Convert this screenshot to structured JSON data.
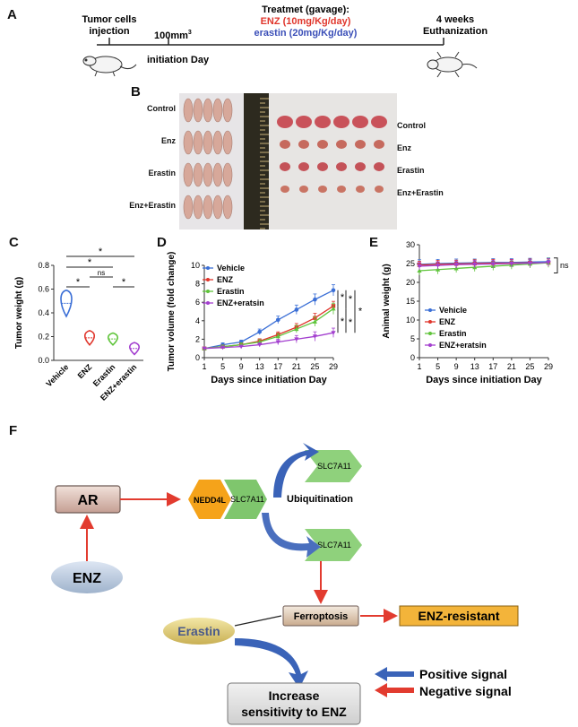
{
  "panels": {
    "a": "A",
    "b": "B",
    "c": "C",
    "d": "D",
    "e": "E",
    "f": "F"
  },
  "timeline": {
    "injection": "Tumor cells\ninjection",
    "volume": "100mm",
    "volume_sup": "3",
    "initiation": "initiation Day",
    "treatment_title": "Treatmet (gavage):",
    "enz_dose": "ENZ (10mg/Kg/day)",
    "erastin_dose": "erastin (20mg/Kg/day)",
    "end": "4 weeks\nEuthanization"
  },
  "photo": {
    "mice_labels": [
      "Control",
      "Enz",
      "Erastin",
      "Enz+Erastin"
    ],
    "tumor_labels": [
      "Control",
      "Enz",
      "Erastin",
      "Enz+Erastin"
    ]
  },
  "colors": {
    "vehicle": "#3b6fd6",
    "enz": "#e0362c",
    "erastin": "#5fc43a",
    "combo": "#a33fcf",
    "arrow_red": "#e23b2f",
    "arrow_blue": "#3a63b8",
    "hex_orange": "#f5a31a",
    "hex_green": "#7fc66d",
    "resistant_fill": "#f3b43a",
    "ar_fill": "#d9b8ad"
  },
  "chart_c": {
    "ylabel": "Tumor weight (g)",
    "yticks": [
      "0.0",
      "0.2",
      "0.4",
      "0.6",
      "0.8"
    ],
    "categories": [
      "Vehicle",
      "ENZ",
      "Erastin",
      "ENZ+erastin"
    ],
    "sig": [
      "*",
      "*",
      "ns",
      "*",
      "*"
    ]
  },
  "chart_d": {
    "ylabel": "Tumor volume (fold change)",
    "xlabel": "Days since initiation Day",
    "sig": [
      "*",
      "*",
      "*",
      "*",
      "*"
    ]
  },
  "chart_e": {
    "ylabel": "Animal weight (g)",
    "xlabel": "Days since initiation Day",
    "sig": "ns"
  },
  "chart_data": [
    {
      "type": "bar",
      "title": "",
      "ylabel": "Tumor weight (g)",
      "categories": [
        "Vehicle",
        "ENZ",
        "Erastin",
        "ENZ+erastin"
      ],
      "values": [
        0.48,
        0.19,
        0.18,
        0.1
      ],
      "ylim": [
        0,
        0.8
      ]
    },
    {
      "type": "line",
      "ylabel": "Tumor volume (fold change)",
      "xlabel": "Days since initiation Day",
      "x": [
        1,
        5,
        9,
        13,
        17,
        21,
        25,
        29
      ],
      "ylim": [
        0,
        10
      ],
      "series": [
        {
          "name": "Vehicle",
          "values": [
            1,
            1.4,
            1.7,
            2.8,
            4.1,
            5.2,
            6.3,
            7.3
          ]
        },
        {
          "name": "ENZ",
          "values": [
            1,
            1.2,
            1.4,
            1.8,
            2.5,
            3.3,
            4.3,
            5.6
          ]
        },
        {
          "name": "Erastin",
          "values": [
            1,
            1.2,
            1.4,
            1.7,
            2.3,
            3.1,
            3.9,
            5.3
          ]
        },
        {
          "name": "ENZ+eratsin",
          "values": [
            1,
            1.1,
            1.2,
            1.4,
            1.7,
            2.0,
            2.3,
            2.7
          ]
        }
      ]
    },
    {
      "type": "line",
      "ylabel": "Animal weight (g)",
      "xlabel": "Days since initiation Day",
      "x": [
        1,
        5,
        9,
        13,
        17,
        21,
        25,
        29
      ],
      "ylim": [
        0,
        30
      ],
      "series": [
        {
          "name": "Vehicle",
          "values": [
            24.8,
            25.0,
            25.1,
            25.2,
            25.3,
            25.3,
            25.4,
            25.5
          ]
        },
        {
          "name": "ENZ",
          "values": [
            24.6,
            24.8,
            24.9,
            25.0,
            25.1,
            25.1,
            25.2,
            25.2
          ]
        },
        {
          "name": "Erastin",
          "values": [
            23.1,
            23.4,
            23.7,
            24.0,
            24.3,
            24.6,
            24.9,
            25.2
          ]
        },
        {
          "name": "ENZ+eratsin",
          "values": [
            24.3,
            24.5,
            24.7,
            24.8,
            24.9,
            25.0,
            25.1,
            25.3
          ]
        }
      ]
    }
  ],
  "pathway": {
    "ar": "AR",
    "enz": "ENZ",
    "nedd4l": "NEDD4L",
    "slc1": "SLC7A11",
    "slc_top": "SLC7A11",
    "slc_mid": "SLC7A11",
    "ubiq": "Ubiquitination",
    "ferroptosis": "Ferroptosis",
    "resistant": "ENZ-resistant",
    "erastin": "Erastin",
    "increase": "Increase\nsensitivity to ENZ",
    "positive": "Positive signal",
    "negative": "Negative signal"
  }
}
